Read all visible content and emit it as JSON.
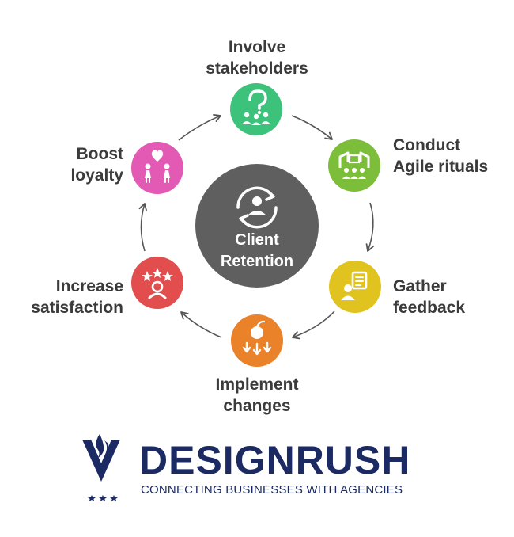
{
  "center": {
    "line1": "Client",
    "line2": "Retention"
  },
  "nodes": [
    {
      "line1": "Involve",
      "line2": "stakeholders",
      "color": "#3cc27a",
      "icon": "question-group-icon"
    },
    {
      "line1": "Conduct",
      "line2": "Agile rituals",
      "color": "#7cbe3a",
      "icon": "team-meeting-icon"
    },
    {
      "line1": "Gather",
      "line2": "feedback",
      "color": "#e1c31f",
      "icon": "feedback-document-icon"
    },
    {
      "line1": "Implement",
      "line2": "changes",
      "color": "#ea8229",
      "icon": "apple-arrows-icon"
    },
    {
      "line1": "Increase",
      "line2": "satisfaction",
      "color": "#e24e4e",
      "icon": "stars-person-icon"
    },
    {
      "line1": "Boost",
      "line2": "loyalty",
      "color": "#e25ab4",
      "icon": "heart-people-icon"
    }
  ],
  "colors": {
    "center": "#5f5f5f",
    "arrow": "#555555",
    "brand": "#1c2a63"
  },
  "brand": {
    "name": "DESIGNRUSH",
    "tagline": "CONNECTING BUSINESSES WITH AGENCIES"
  }
}
